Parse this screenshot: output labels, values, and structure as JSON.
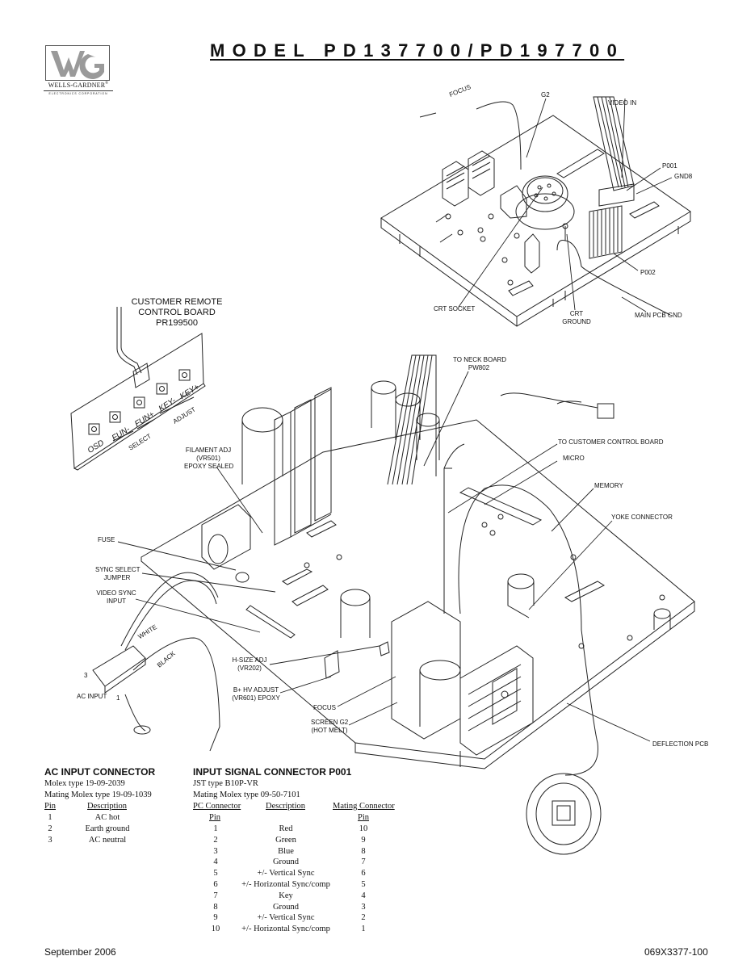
{
  "brand": {
    "name": "WELLS-GARDNER",
    "registered": "®",
    "sub": "ELECTRONICS CORPORATION"
  },
  "title": "MODEL PD137700/PD197700",
  "labels": {
    "focus_top": "FOCUS",
    "g2": "G2",
    "video_in": "VIDEO IN",
    "p001": "P001",
    "gnd8": "GND8",
    "p002": "P002",
    "crt_socket": "CRT SOCKET",
    "crt_ground": [
      "CRT",
      "GROUND"
    ],
    "main_pcb_gnd": "MAIN PCB GND",
    "customer_remote": [
      "CUSTOMER REMOTE",
      "CONTROL BOARD",
      "PR199500"
    ],
    "to_neck_board": [
      "TO NECK BOARD",
      "PW802"
    ],
    "to_customer_control": "TO CUSTOMER CONTROL BOARD",
    "micro": "MICRO",
    "memory": "MEMORY",
    "yoke_connector": "YOKE CONNECTOR",
    "filament_adj": [
      "FILAMENT ADJ",
      "(VR501)",
      "EPOXY SEALED"
    ],
    "fuse": "FUSE",
    "sync_select": [
      "SYNC SELECT",
      "JUMPER"
    ],
    "video_sync": [
      "VIDEO SYNC",
      "INPUT"
    ],
    "white": "WHITE",
    "black": "BLACK",
    "pin3": "3",
    "pin1": "1",
    "ac_input": "AC INPUT",
    "h_size": [
      "H-SIZE ADJ",
      "(VR202)"
    ],
    "b_hv": [
      "B+ HV ADJUST",
      "(VR601) EPOXY"
    ],
    "focus_bottom": "FOCUS",
    "screen_g2": [
      "SCREEN G2",
      "(HOT MELT)"
    ],
    "deflection_pcb": "DEFLECTION PCB",
    "buttons": [
      "OSD",
      "FUN-",
      "FUN+",
      "KEY-",
      "KEY+"
    ],
    "select": "SELECT",
    "adjust": "ADJUST"
  },
  "ac_connector": {
    "heading": "AC INPUT CONNECTOR",
    "line1": "Molex type 19-09-2039",
    "line2": "Mating Molex type 19-09-1039",
    "col_pin": "Pin",
    "col_desc": "Description",
    "rows": [
      {
        "pin": "1",
        "desc": "AC hot"
      },
      {
        "pin": "2",
        "desc": "Earth ground"
      },
      {
        "pin": "3",
        "desc": "AC neutral"
      }
    ]
  },
  "signal_connector": {
    "heading": "INPUT SIGNAL CONNECTOR P001",
    "line1": "JST type B10P-VR",
    "line2": "Mating Molex type 09-50-7101",
    "col_pc": "PC Connector",
    "col_pc2": "Pin",
    "col_desc": "Description",
    "col_mating": "Mating Connector",
    "col_mating2": "Pin",
    "rows": [
      {
        "pc": "1",
        "desc": "Red",
        "mating": "10"
      },
      {
        "pc": "2",
        "desc": "Green",
        "mating": "9"
      },
      {
        "pc": "3",
        "desc": "Blue",
        "mating": "8"
      },
      {
        "pc": "4",
        "desc": "Ground",
        "mating": "7"
      },
      {
        "pc": "5",
        "desc": "+/- Vertical Sync",
        "mating": "6"
      },
      {
        "pc": "6",
        "desc": "+/- Horizontal Sync/comp",
        "mating": "5"
      },
      {
        "pc": "7",
        "desc": "Key",
        "mating": "4"
      },
      {
        "pc": "8",
        "desc": "Ground",
        "mating": "3"
      },
      {
        "pc": "9",
        "desc": "+/- Vertical Sync",
        "mating": "2"
      },
      {
        "pc": "10",
        "desc": "+/- Horizontal Sync/comp",
        "mating": "1"
      }
    ]
  },
  "footer": {
    "date": "September 2006",
    "doc_number": "069X3377-100"
  }
}
